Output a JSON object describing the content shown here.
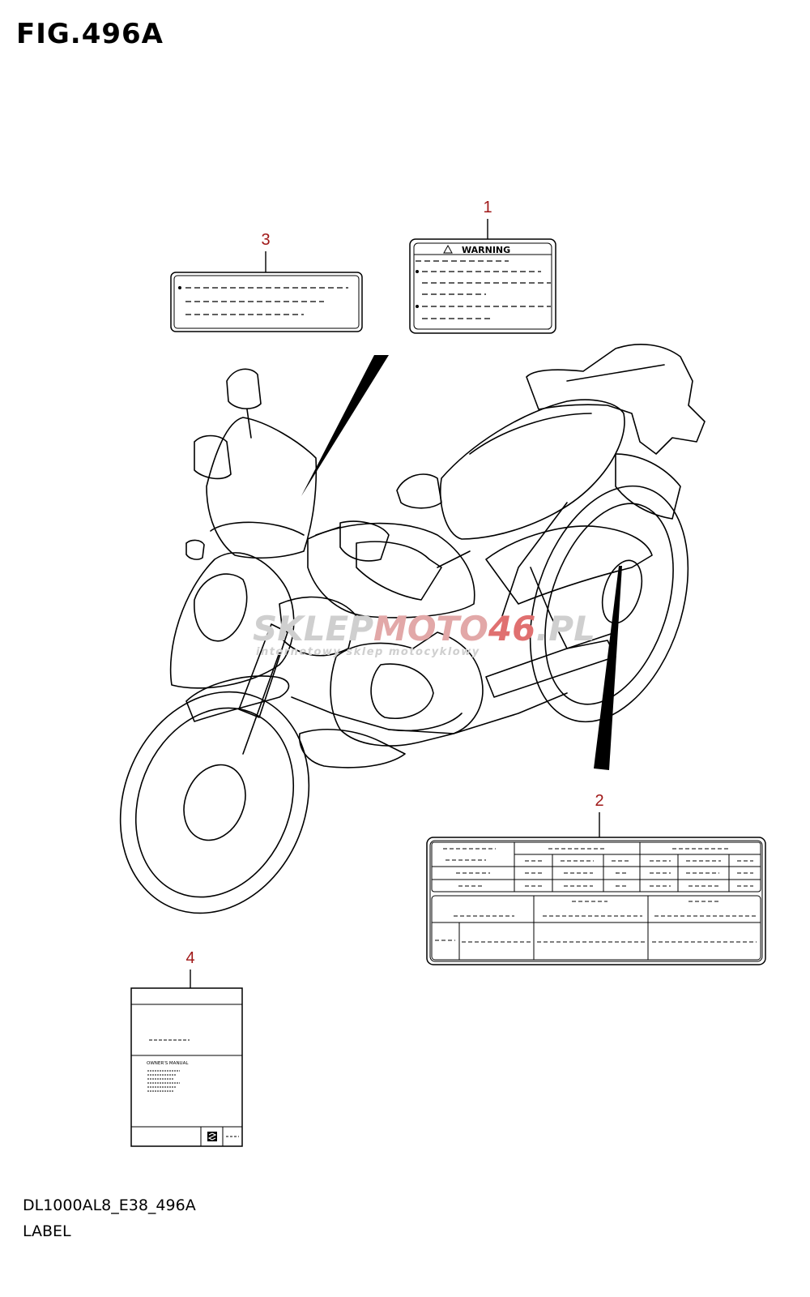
{
  "figure": {
    "title": "FIG.496A",
    "code": "DL1000AL8_E38_496A",
    "name": "LABEL"
  },
  "callouts": [
    {
      "number": "1"
    },
    {
      "number": "2"
    },
    {
      "number": "3"
    },
    {
      "number": "4"
    }
  ],
  "label_1": {
    "heading": "WARNING",
    "icon": "warning-triangle-icon"
  },
  "label_4": {
    "manual_text": "OWNER'S MANUAL",
    "icon": "suzuki-logo-icon"
  },
  "watermark": {
    "brand_a": "SKLEP",
    "brand_b": "MOTO",
    "brand_c": "46",
    "brand_d": ".PL",
    "tagline": "internetowy sklep motocyklowy"
  },
  "colors": {
    "callout": "#a01818",
    "line": "#000000",
    "watermark_gray": "#c8c8c8",
    "watermark_red": "#e8a0a0"
  }
}
